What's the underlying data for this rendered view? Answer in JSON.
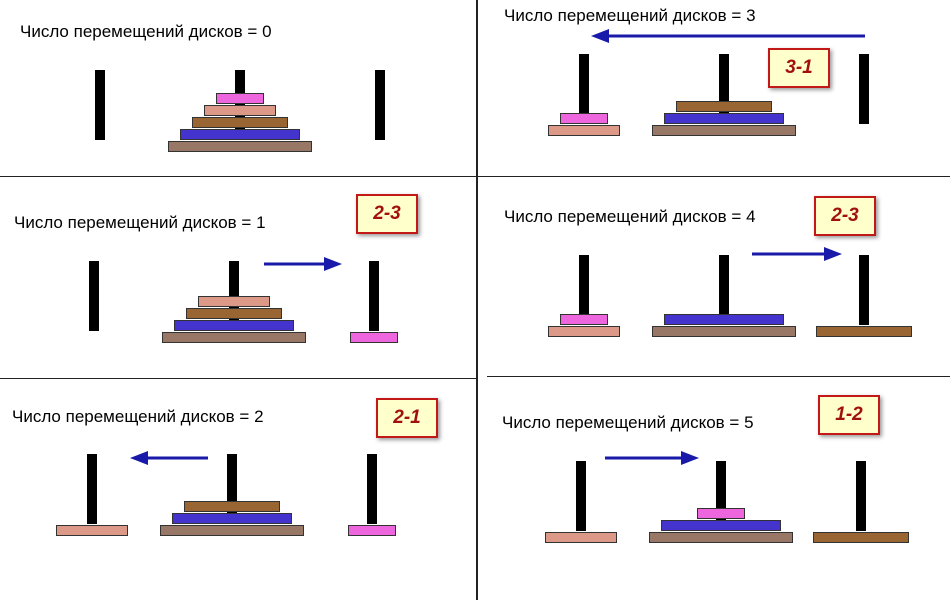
{
  "panels": [
    {
      "label": "Число перемещений дисков = 0"
    },
    {
      "label": "Число перемещений дисков = 1",
      "move": "2-3"
    },
    {
      "label": "Число перемещений дисков = 2",
      "move": "2-1"
    },
    {
      "label": "Число перемещений дисков = 3",
      "move": "3-1"
    },
    {
      "label": "Число перемещений дисков = 4",
      "move": "2-3"
    },
    {
      "label": "Число перемещений дисков = 5",
      "move": "1-2"
    }
  ],
  "colors": {
    "disk1": "#ee66dd",
    "disk2": "#dd9988",
    "disk3": "#996633",
    "disk4": "#4433cc",
    "disk5": "#997766",
    "peg": "#000000",
    "arrow": "#1a1aaa",
    "move_border": "#c21818",
    "move_bg": "#ffffcc"
  }
}
